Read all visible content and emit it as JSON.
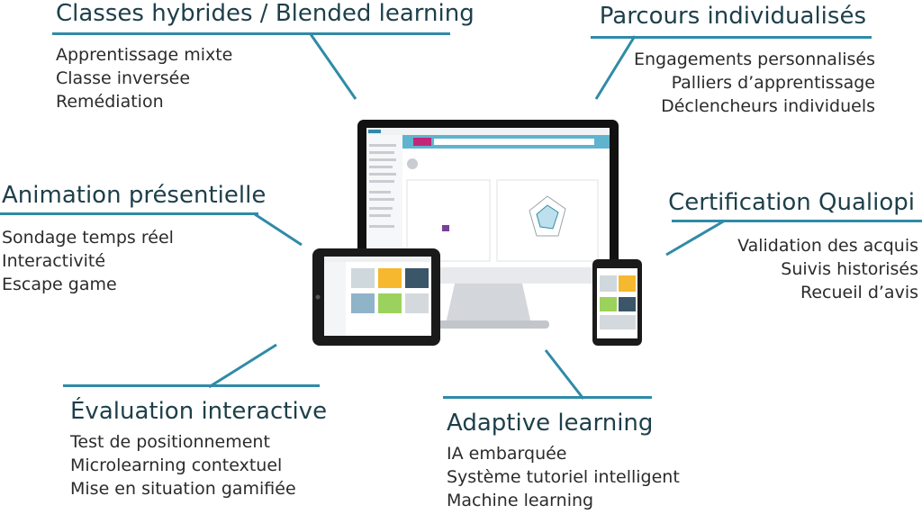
{
  "accent": "#2f8ba7",
  "blocks": [
    {
      "id": "blended",
      "title": "Classes hybrides / Blended learning",
      "items": [
        "Apprentissage mixte",
        "Classe inversée",
        "Remédiation"
      ]
    },
    {
      "id": "parcours",
      "title": "Parcours individualisés",
      "items": [
        "Engagements personnalisés",
        "Palliers d’apprentissage",
        "Déclencheurs individuels"
      ]
    },
    {
      "id": "animation",
      "title": "Animation présentielle",
      "items": [
        "Sondage temps réel",
        "Interactivité",
        "Escape game"
      ]
    },
    {
      "id": "certification",
      "title": "Certification Qualiopi",
      "items": [
        "Validation des acquis",
        "Suivis historisés",
        "Recueil d’avis"
      ]
    },
    {
      "id": "evaluation",
      "title": "Évaluation interactive",
      "items": [
        "Test de positionnement",
        "Microlearning contextuel",
        "Mise en situation gamifiée"
      ]
    },
    {
      "id": "adaptive",
      "title": "Adaptive learning",
      "items": [
        "IA embarquée",
        "Système tutoriel intelligent",
        "Machine learning"
      ]
    }
  ]
}
